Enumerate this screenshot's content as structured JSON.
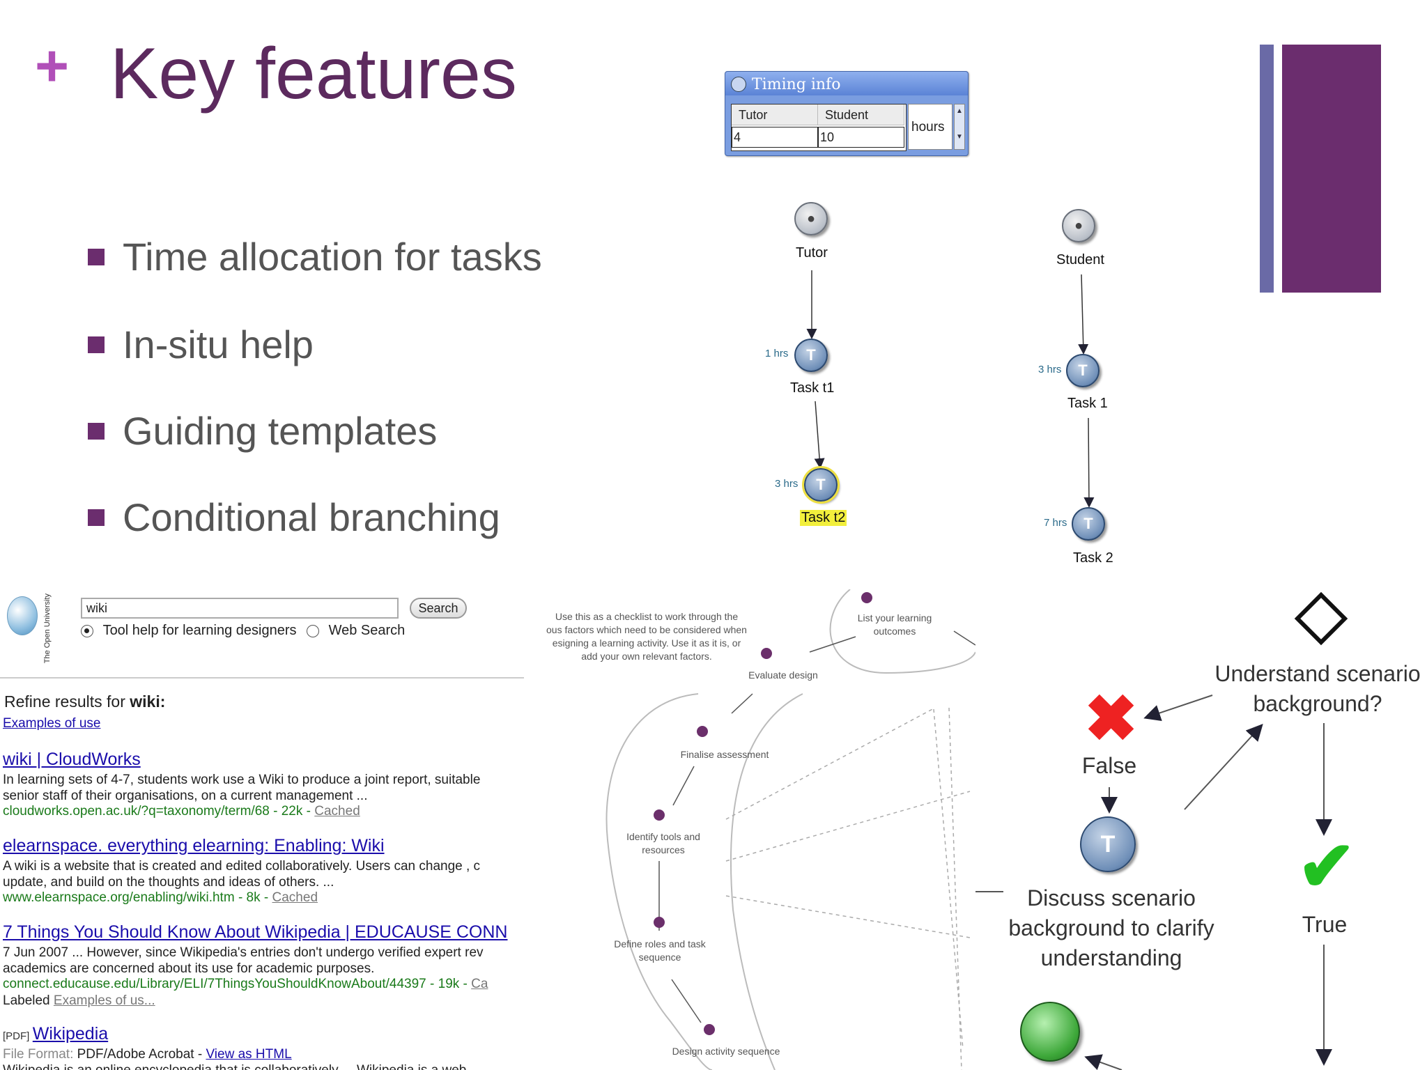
{
  "slide": {
    "plus": "+",
    "title": "Key features",
    "bullets": [
      "Time allocation for tasks",
      "In-situ help",
      "Guiding templates",
      "Conditional branching"
    ],
    "accent_color": "#6b2d6e"
  },
  "timing": {
    "title": "Timing info",
    "col1": "Tutor",
    "col2": "Student",
    "val1": "4",
    "val2": "10",
    "unit": "hours"
  },
  "flow": {
    "tutor": {
      "label": "Tutor",
      "icon": "role-icon"
    },
    "student": {
      "label": "Student",
      "icon": "role-icon"
    },
    "task_t1": {
      "label": "Task t1",
      "hrs": "1 hrs",
      "glyph": "T"
    },
    "task_t2": {
      "label": "Task t2",
      "hrs": "3 hrs",
      "glyph": "T"
    },
    "task_1": {
      "label": "Task 1",
      "hrs": "3 hrs",
      "glyph": "T"
    },
    "task_2": {
      "label": "Task 2",
      "hrs": "7 hrs",
      "glyph": "T"
    }
  },
  "search": {
    "ou_text": "The Open University",
    "query": "wiki",
    "button": "Search",
    "opt1": "Tool help for learning designers",
    "opt2": "Web Search",
    "refine_prefix": "Refine results for ",
    "refine_term": "wiki:",
    "examples": "Examples of use",
    "results": [
      {
        "title": "wiki | CloudWorks",
        "l1": "In learning sets of 4-7, students work use a Wiki to produce a joint report, suitable",
        "l2": "senior staff of their organisations, on a current management ...",
        "url": "cloudworks.open.ac.uk/?q=taxonomy/term/68 - 22k - ",
        "cached": "Cached"
      },
      {
        "title": "elearnspace. everything elearning: Enabling: Wiki",
        "l1": "A wiki is a website that is created and edited collaboratively. Users can change , c",
        "l2": "update, and build on the thoughts and ideas of others. ...",
        "url": "www.elearnspace.org/enabling/wiki.htm - 8k - ",
        "cached": "Cached"
      },
      {
        "title": "7 Things You Should Know About Wikipedia | EDUCAUSE CONN",
        "l1": "7 Jun 2007 ... However, since Wikipedia's entries don't undergo verified expert rev",
        "l2": "academics are concerned about its use for academic purposes.",
        "url": "connect.educause.edu/Library/ELI/7ThingsYouShouldKnowAbout/44397 - 19k - ",
        "cached": "Ca",
        "labeled": "Labeled ",
        "labeled_link": "Examples of us..."
      },
      {
        "pdf": "[PDF]",
        "title": "Wikipedia",
        "ff_label": "File Format: ",
        "ff_value": "PDF/Adobe Acrobat - ",
        "ff_link": "View as HTML",
        "l1": "Wikipedia is an online encyclopedia that is collaboratively ... Wikipedia is a web"
      }
    ]
  },
  "sketch": {
    "intro": "Use this as a checklist to work through the\nous factors which need to be considered when\nesigning a learning activity. Use it as it is, or\nadd your own relevant factors.",
    "items": [
      "List your learning\noutcomes",
      "Evaluate design",
      "Finalise assessment",
      "Identify tools and\nresources",
      "Define roles and task\nsequence",
      "Design activity sequence"
    ]
  },
  "rflow": {
    "question": "Understand scenario\nbackground?",
    "false_label": "False",
    "true_label": "True",
    "task": "Discuss scenario\nbackground to clarify\nunderstanding",
    "task_glyph": "T",
    "true_color": "#22c022",
    "false_color": "#ee2222"
  }
}
